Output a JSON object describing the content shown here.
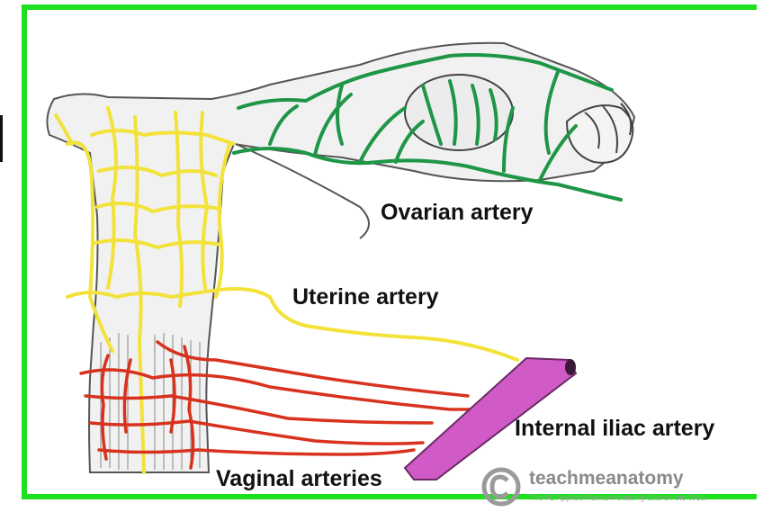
{
  "labels": {
    "ovarian": "Ovarian artery",
    "uterine": "Uterine artery",
    "internal_iliac": "Internal iliac artery",
    "vaginal": "Vaginal arteries"
  },
  "watermark": {
    "name": "teachmeanatomy",
    "tagline": "The #1 Applied Human Anatomy Site on the Web.",
    "icon": "copyright-icon"
  },
  "colors": {
    "frame": "#1ee01e",
    "ovarian_artery": "#1e9646",
    "uterine_artery": "#f2e23a",
    "vaginal_arteries": "#d8321e",
    "internal_iliac_artery": "#d05bc6"
  }
}
